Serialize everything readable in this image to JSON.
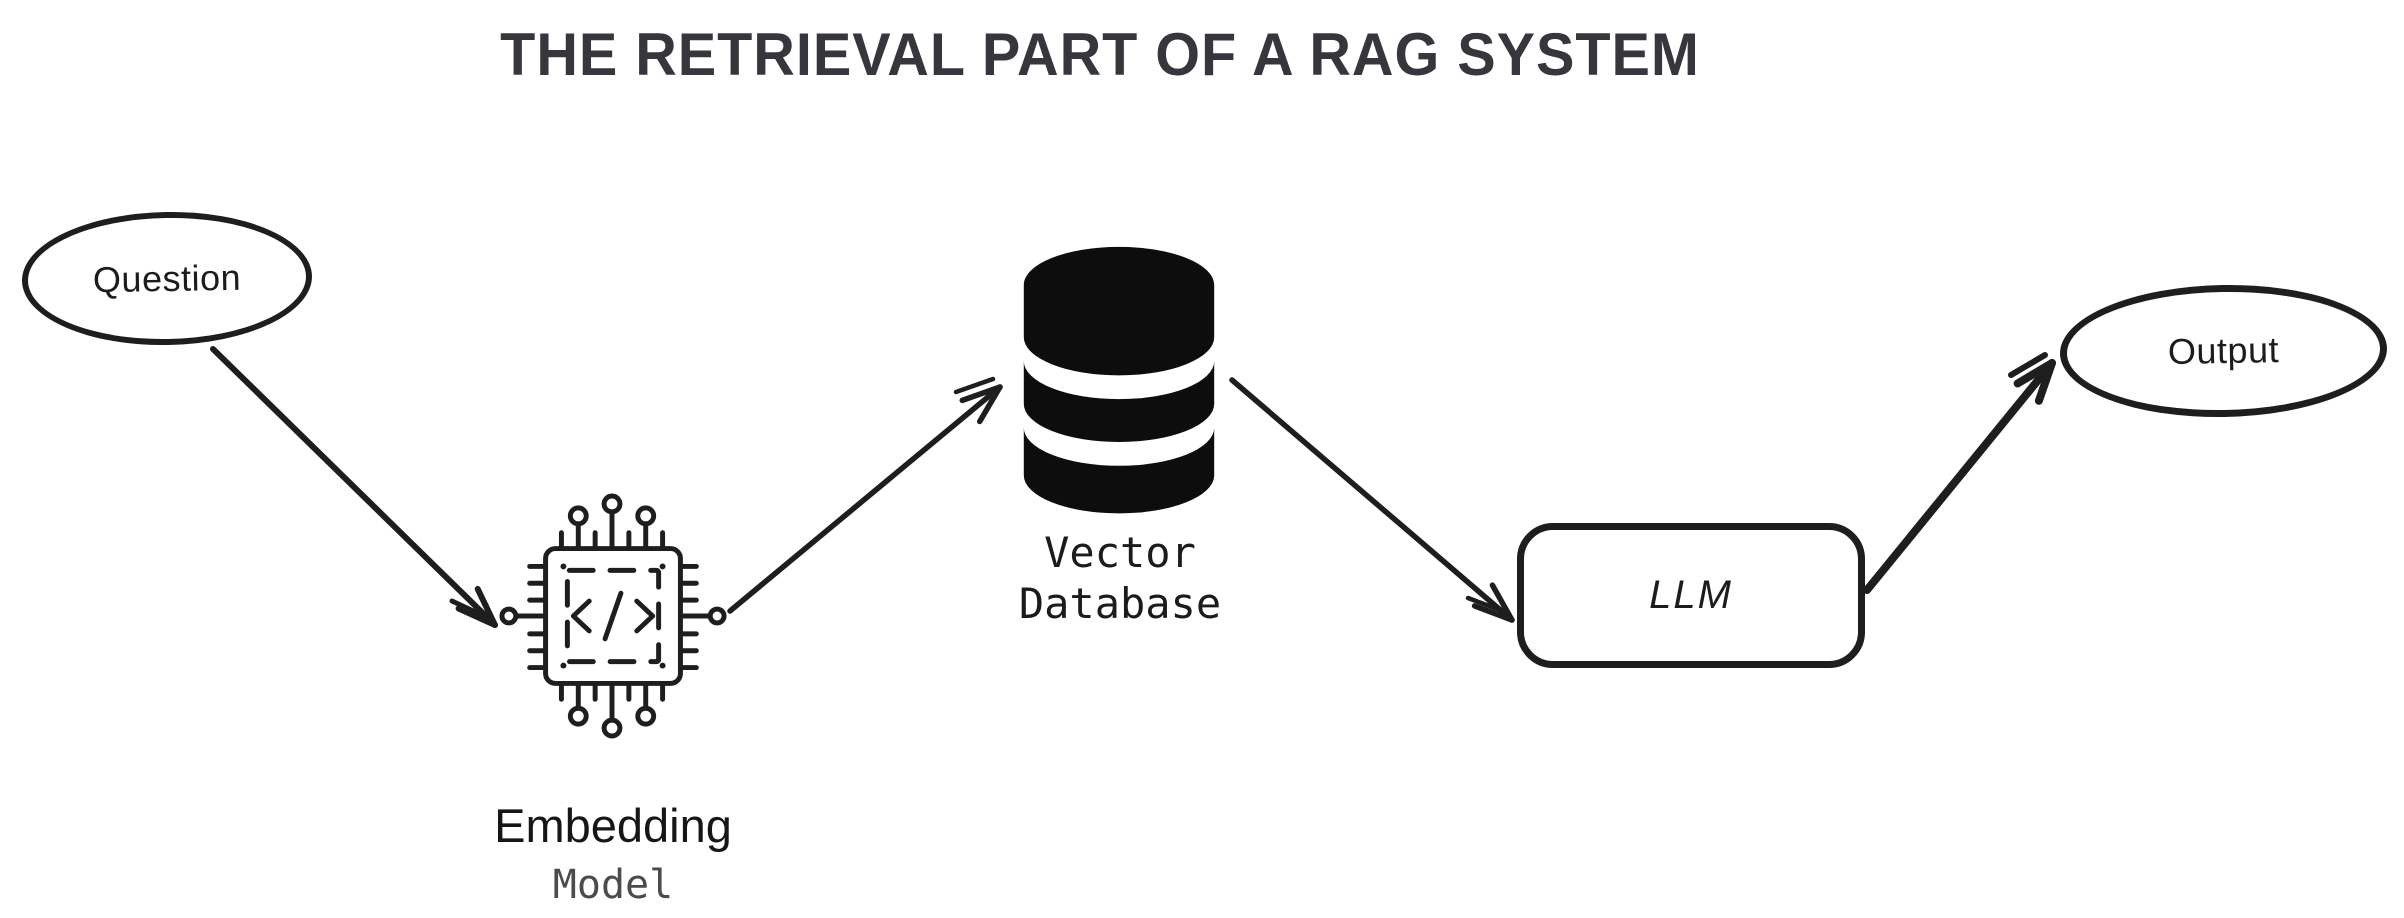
{
  "title": "THE RETRIEVAL PART OF A RAG SYSTEM",
  "nodes": {
    "question": {
      "label": "Question",
      "shape": "ellipse"
    },
    "embedding_model": {
      "label_line1": "Embedding",
      "label_line2": "Model",
      "icon": "chip-code-icon",
      "icon_glyph": "</>"
    },
    "vector_database": {
      "label_line1": "Vector",
      "label_line2": "Database",
      "icon": "database-icon"
    },
    "llm": {
      "label": "LLM",
      "shape": "rounded-rectangle"
    },
    "output": {
      "label": "Output",
      "shape": "ellipse"
    }
  },
  "edges": [
    {
      "from": "Question",
      "to": "Embedding Model"
    },
    {
      "from": "Embedding Model",
      "to": "Vector Database"
    },
    {
      "from": "Vector Database",
      "to": "LLM"
    },
    {
      "from": "LLM",
      "to": "Output"
    }
  ],
  "colors": {
    "stroke": "#1e1e1e",
    "title_text": "#35373c",
    "icon_fill": "#0d0d0d",
    "model_label_text": "#4b4b4b",
    "background": "#ffffff"
  }
}
